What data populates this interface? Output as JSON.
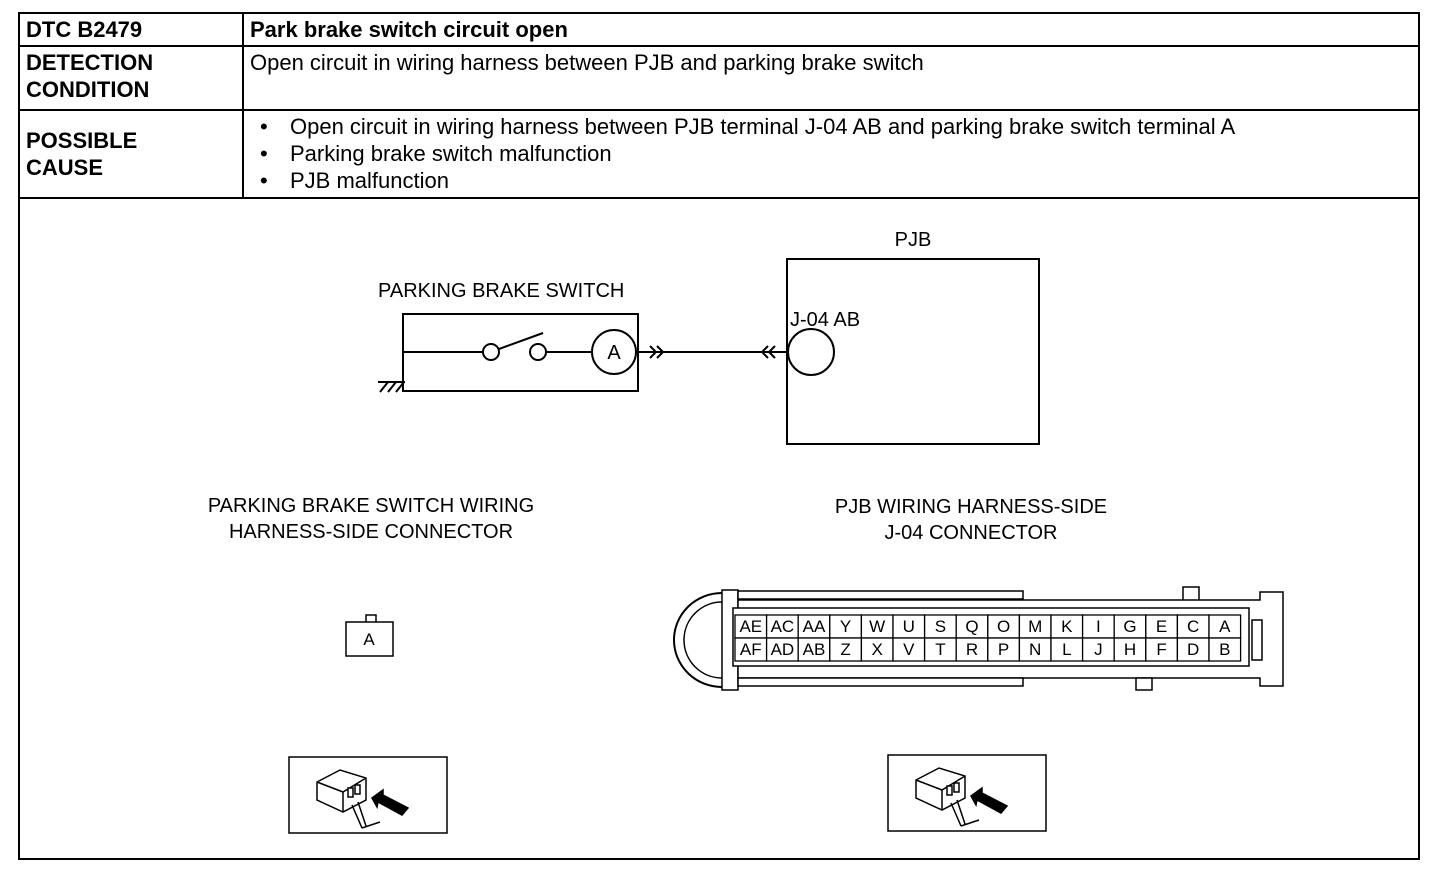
{
  "table": {
    "dtc_code": "DTC B2479",
    "dtc_title": "Park brake switch circuit open",
    "detection_label": [
      "DETECTION",
      "CONDITION"
    ],
    "detection_text": "Open circuit in wiring harness between PJB and parking brake switch",
    "cause_label": [
      "POSSIBLE",
      "CAUSE"
    ],
    "causes": [
      "Open circuit in wiring harness between PJB terminal J-04 AB and parking brake switch terminal A",
      "Parking brake switch malfunction",
      "PJB malfunction"
    ]
  },
  "schematic": {
    "switch_label": "PARKING BRAKE SWITCH",
    "switch_terminal": "A",
    "pjb_label": "PJB",
    "pjb_terminal": "J-04 AB"
  },
  "connectors": {
    "left_title": [
      "PARKING BRAKE SWITCH WIRING",
      "HARNESS-SIDE CONNECTOR"
    ],
    "left_pin": "A",
    "right_title": [
      "PJB WIRING HARNESS-SIDE",
      "J-04 CONNECTOR"
    ],
    "right_top_row": [
      "AE",
      "AC",
      "AA",
      "Y",
      "W",
      "U",
      "S",
      "Q",
      "O",
      "M",
      "K",
      "I",
      "G",
      "E",
      "C",
      "A"
    ],
    "right_bottom_row": [
      "AF",
      "AD",
      "AB",
      "Z",
      "X",
      "V",
      "T",
      "R",
      "P",
      "N",
      "L",
      "J",
      "H",
      "F",
      "D",
      "B"
    ]
  }
}
